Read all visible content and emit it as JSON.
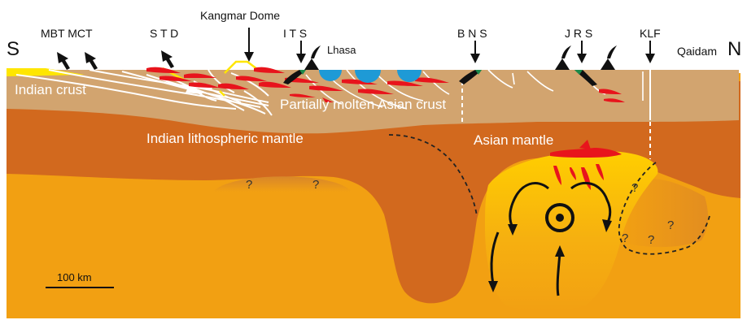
{
  "edges": {
    "south": "S",
    "north": "N"
  },
  "faults": {
    "mbt_mct": "MBT MCT",
    "std": "S T D",
    "kangmar": "Kangmar Dome",
    "its": "I T S",
    "bns": "B N S",
    "jrs": "J R S",
    "klf": "KLF"
  },
  "places": {
    "lhasa": "Lhasa",
    "qaidam": "Qaidam"
  },
  "layers": {
    "indian_crust": "Indian crust",
    "asian_crust": "Partially molten Asian crust",
    "indian_mantle": "Indian lithospheric mantle",
    "asian_mantle": "Asian mantle"
  },
  "unknowns": [
    "?",
    "?",
    "?",
    "?",
    "?",
    "?"
  ],
  "scale": {
    "label": "100 km"
  },
  "colors": {
    "asthenosphere": "#f2a012",
    "lithospheric_mantle": "#d2691e",
    "crust": "#d2a46f",
    "melt": "#e8141c",
    "plume": "#ffc800",
    "suture_green": "#1a8a4a",
    "ophiolite_blue": "#1e9ad6",
    "yellow_marker": "#ffe600"
  }
}
